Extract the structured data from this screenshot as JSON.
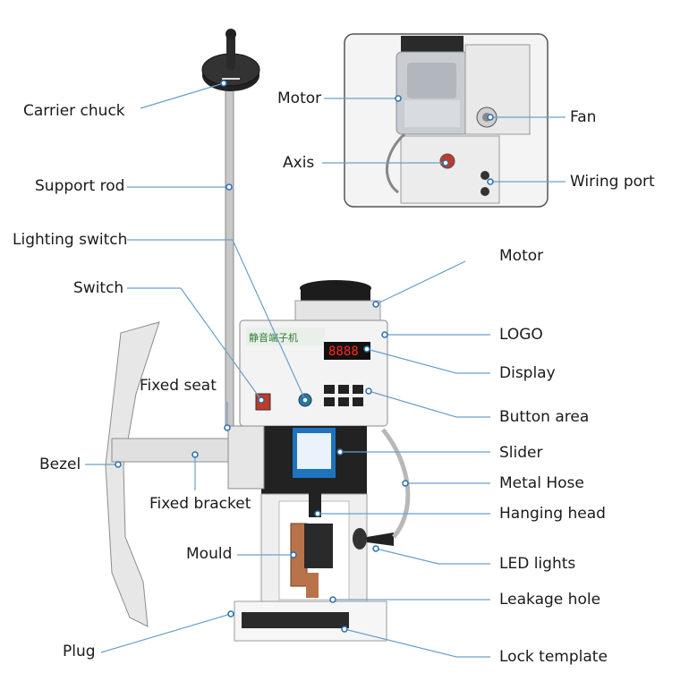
{
  "labels": {
    "carrier_chuck": "Carrier chuck",
    "support_rod": "Support rod",
    "lighting_switch": "Lighting switch",
    "switch": "Switch",
    "fixed_seat": "Fixed seat",
    "bezel": "Bezel",
    "fixed_bracket": "Fixed bracket",
    "mould": "Mould",
    "plug": "Plug",
    "motor_inset": "Motor",
    "axis": "Axis",
    "fan": "Fan",
    "wiring_port": "Wiring port",
    "motor": "Motor",
    "logo": "LOGO",
    "display": "Display",
    "button_area": "Button area",
    "slider": "Slider",
    "metal_hose": "Metal Hose",
    "hanging_head": "Hanging head",
    "led_lights": "LED lights",
    "leakage_hole": "Leakage hole",
    "lock_template": "Lock template"
  },
  "machine": {
    "display_value": "8888",
    "panel_title": "静音端子机",
    "panel_subtitle": "Mute terminal machine"
  },
  "colors": {
    "leader": "#6aa0c8",
    "dot": "#2b6fb0",
    "machine_body": "#f2f2f2",
    "display_red": "#ff2a1a",
    "mould_copper": "#b8734a"
  }
}
